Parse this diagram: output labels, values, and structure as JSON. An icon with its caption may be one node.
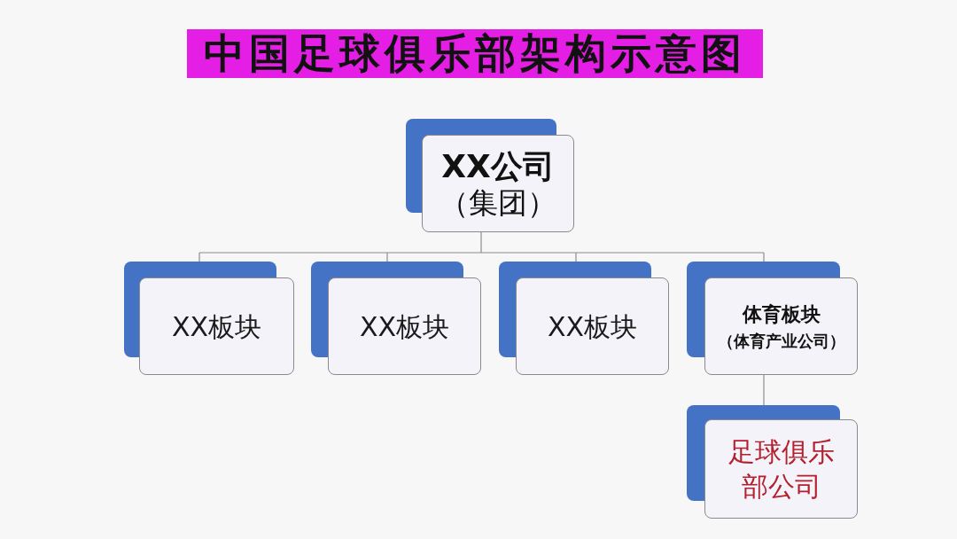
{
  "diagram": {
    "title": "中国足球俱乐部架构示意图",
    "nodes": [
      {
        "text": [
          "XX公司",
          "（集团）"
        ]
      },
      {
        "text": [
          "XX板块"
        ]
      },
      {
        "text": [
          "XX板块"
        ]
      },
      {
        "text": [
          "XX板块"
        ]
      },
      {
        "text": [
          "体育板块",
          "（体育产业公司）"
        ]
      },
      {
        "text": [
          "足球俱乐部公司"
        ]
      }
    ],
    "edges": [
      {
        "from": 0,
        "to": 1,
        "arrow": "none"
      },
      {
        "from": 0,
        "to": 2,
        "arrow": "none"
      },
      {
        "from": 0,
        "to": 3,
        "arrow": "none"
      },
      {
        "from": 0,
        "to": 4,
        "arrow": "none"
      },
      {
        "from": 4,
        "to": 5,
        "arrow": "none"
      }
    ]
  }
}
